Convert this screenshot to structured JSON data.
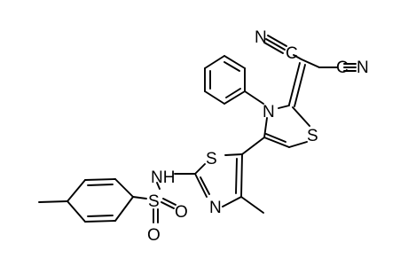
{
  "molecule": {
    "atom_labels": {
      "cn_left_n": "N",
      "cn_left_c": "C",
      "cn_right_c": "C",
      "cn_right_n": "N",
      "ring_n": "N",
      "ring_s_top": "S",
      "ring_s_bottom": "S",
      "thiazole_n": "N",
      "nh": "NH",
      "sulfonyl_s": "S",
      "oxygen_right": "O",
      "oxygen_bottom": "O"
    }
  }
}
